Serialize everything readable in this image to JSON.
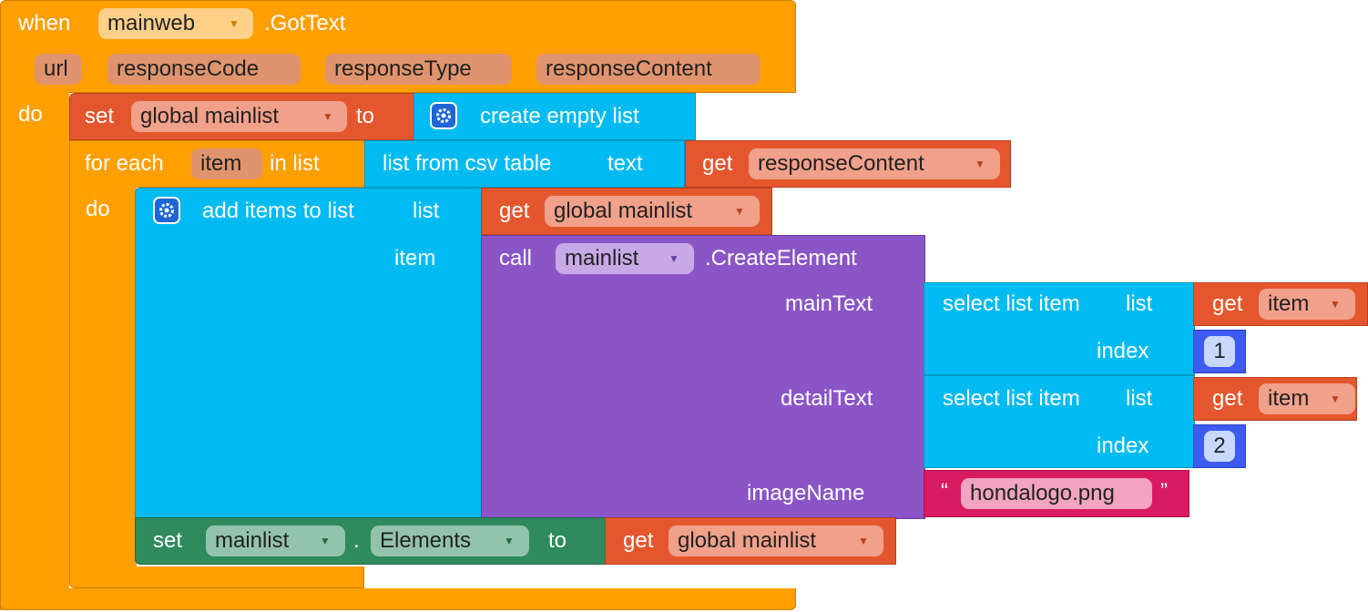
{
  "colors": {
    "event": "#ff9f00",
    "event_border": "#d08000",
    "variable": "#e4572e",
    "list": "#00bbf2",
    "component": "#8a55c6",
    "text": "#d81b60",
    "setter": "#2f8a5e",
    "math": "#3d5af1"
  },
  "event": {
    "when": "when",
    "component": "mainweb",
    "event_name": ".GotText",
    "params": [
      "url",
      "responseCode",
      "responseType",
      "responseContent"
    ],
    "do": "do"
  },
  "set_global": {
    "set": "set",
    "var": "global mainlist",
    "to": "to",
    "value": "create empty list"
  },
  "foreach": {
    "for_each": "for each",
    "item": "item",
    "in_list": "in list",
    "do": "do",
    "source": "list from csv table",
    "text_label": "text",
    "get": "get",
    "get_var": "responseContent"
  },
  "add_items": {
    "label": "add items to list",
    "list_label": "list",
    "item_label": "item",
    "get": "get",
    "get_var": "global mainlist"
  },
  "call": {
    "call": "call",
    "component": "mainlist",
    "method": ".CreateElement",
    "main_text": "mainText",
    "detail_text": "detailText",
    "image_name": "imageName"
  },
  "select1": {
    "label": "select list item",
    "list": "list",
    "index_label": "index",
    "get": "get",
    "var": "item",
    "index": "1"
  },
  "select2": {
    "label": "select list item",
    "list": "list",
    "index_label": "index",
    "get": "get",
    "var": "item",
    "index": "2"
  },
  "string": {
    "open": "“",
    "value": "hondalogo.png",
    "close": "”"
  },
  "set_elements": {
    "set": "set",
    "component": "mainlist",
    "dot": ".",
    "property": "Elements",
    "to": "to",
    "get": "get",
    "var": "global mainlist"
  }
}
